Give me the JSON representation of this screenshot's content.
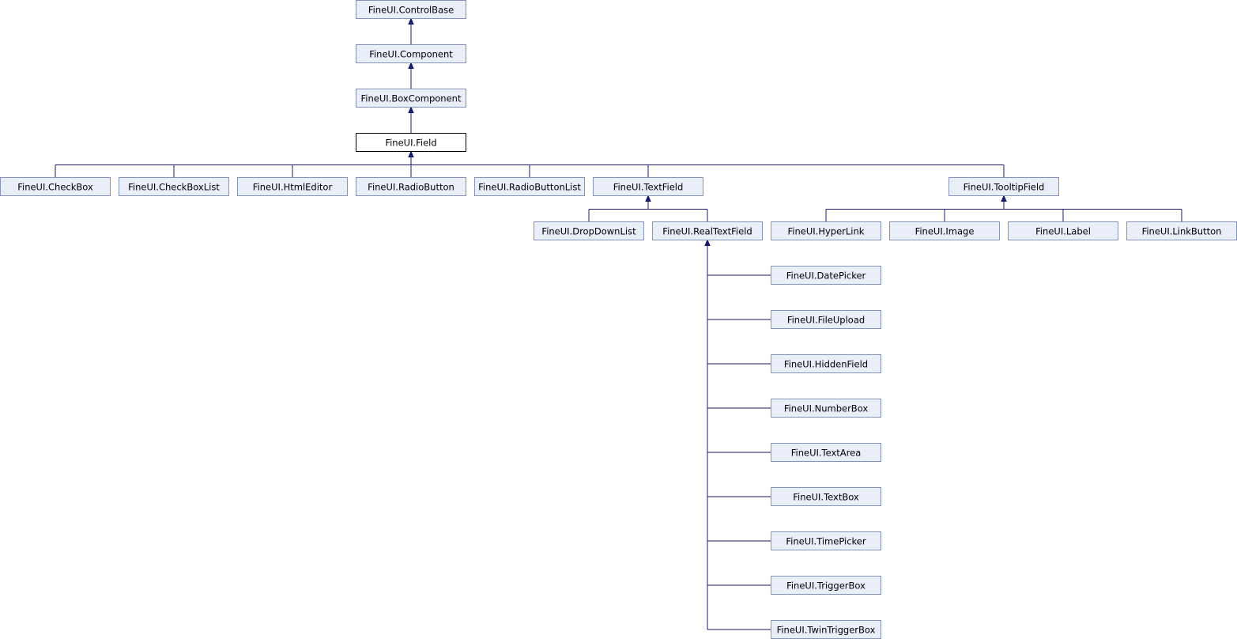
{
  "diagram": {
    "current_class": "FineUI.Field",
    "colors": {
      "box_fill": "#e8edf7",
      "box_border": "#8494b8",
      "current_box_fill": "#ffffff",
      "current_box_border": "#000000",
      "edge": "#191970"
    },
    "nodes": [
      {
        "id": "controlbase",
        "label": "FineUI.ControlBase"
      },
      {
        "id": "component",
        "label": "FineUI.Component"
      },
      {
        "id": "boxcomponent",
        "label": "FineUI.BoxComponent"
      },
      {
        "id": "field",
        "label": "FineUI.Field"
      },
      {
        "id": "checkbox",
        "label": "FineUI.CheckBox"
      },
      {
        "id": "checkboxlist",
        "label": "FineUI.CheckBoxList"
      },
      {
        "id": "htmleditor",
        "label": "FineUI.HtmlEditor"
      },
      {
        "id": "radiobutton",
        "label": "FineUI.RadioButton"
      },
      {
        "id": "radiobuttonlist",
        "label": "FineUI.RadioButtonList"
      },
      {
        "id": "textfield",
        "label": "FineUI.TextField"
      },
      {
        "id": "tooltipfield",
        "label": "FineUI.TooltipField"
      },
      {
        "id": "dropdownlist",
        "label": "FineUI.DropDownList"
      },
      {
        "id": "realtextfield",
        "label": "FineUI.RealTextField"
      },
      {
        "id": "hyperlink",
        "label": "FineUI.HyperLink"
      },
      {
        "id": "image",
        "label": "FineUI.Image"
      },
      {
        "id": "label",
        "label": "FineUI.Label"
      },
      {
        "id": "linkbutton",
        "label": "FineUI.LinkButton"
      },
      {
        "id": "datepicker",
        "label": "FineUI.DatePicker"
      },
      {
        "id": "fileupload",
        "label": "FineUI.FileUpload"
      },
      {
        "id": "hiddenfield",
        "label": "FineUI.HiddenField"
      },
      {
        "id": "numberbox",
        "label": "FineUI.NumberBox"
      },
      {
        "id": "textarea",
        "label": "FineUI.TextArea"
      },
      {
        "id": "textbox",
        "label": "FineUI.TextBox"
      },
      {
        "id": "timepicker",
        "label": "FineUI.TimePicker"
      },
      {
        "id": "triggerbox",
        "label": "FineUI.TriggerBox"
      },
      {
        "id": "twintriggerbox",
        "label": "FineUI.TwinTriggerBox"
      }
    ],
    "edges": [
      {
        "child": "component",
        "parent": "controlbase"
      },
      {
        "child": "boxcomponent",
        "parent": "component"
      },
      {
        "child": "field",
        "parent": "boxcomponent"
      },
      {
        "child": "checkbox",
        "parent": "field"
      },
      {
        "child": "checkboxlist",
        "parent": "field"
      },
      {
        "child": "htmleditor",
        "parent": "field"
      },
      {
        "child": "radiobutton",
        "parent": "field"
      },
      {
        "child": "radiobuttonlist",
        "parent": "field"
      },
      {
        "child": "textfield",
        "parent": "field"
      },
      {
        "child": "tooltipfield",
        "parent": "field"
      },
      {
        "child": "dropdownlist",
        "parent": "textfield"
      },
      {
        "child": "realtextfield",
        "parent": "textfield"
      },
      {
        "child": "hyperlink",
        "parent": "tooltipfield"
      },
      {
        "child": "image",
        "parent": "tooltipfield"
      },
      {
        "child": "label",
        "parent": "tooltipfield"
      },
      {
        "child": "linkbutton",
        "parent": "tooltipfield"
      },
      {
        "child": "datepicker",
        "parent": "realtextfield"
      },
      {
        "child": "fileupload",
        "parent": "realtextfield"
      },
      {
        "child": "hiddenfield",
        "parent": "realtextfield"
      },
      {
        "child": "numberbox",
        "parent": "realtextfield"
      },
      {
        "child": "textarea",
        "parent": "realtextfield"
      },
      {
        "child": "textbox",
        "parent": "realtextfield"
      },
      {
        "child": "timepicker",
        "parent": "realtextfield"
      },
      {
        "child": "triggerbox",
        "parent": "realtextfield"
      },
      {
        "child": "twintriggerbox",
        "parent": "realtextfield"
      }
    ]
  }
}
